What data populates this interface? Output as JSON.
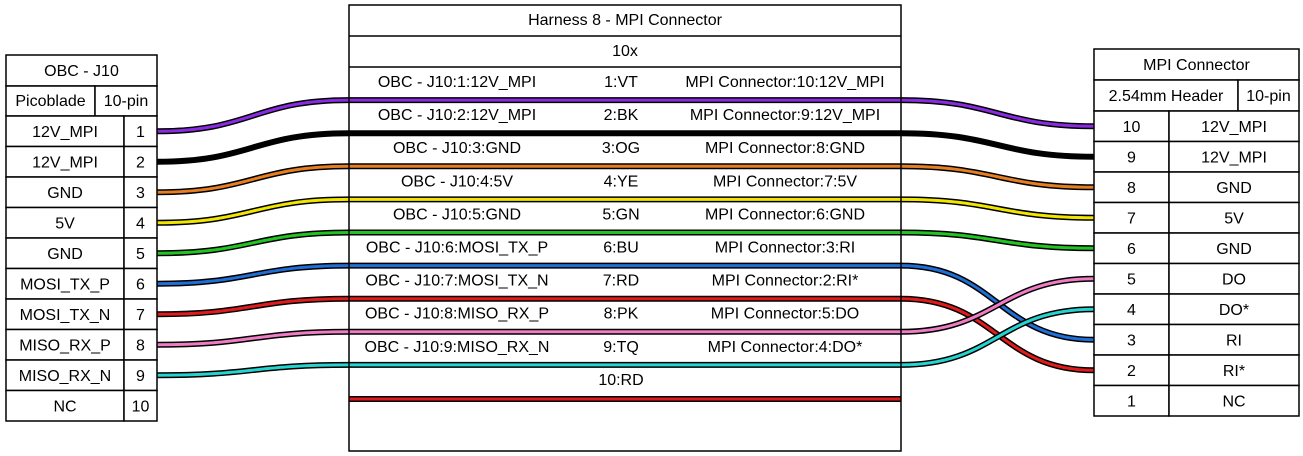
{
  "left_connector": {
    "title": "OBC - J10",
    "type": "Picoblade",
    "pincount": "10-pin",
    "pins": [
      {
        "label": "12V_MPI",
        "num": "1"
      },
      {
        "label": "12V_MPI",
        "num": "2"
      },
      {
        "label": "GND",
        "num": "3"
      },
      {
        "label": "5V",
        "num": "4"
      },
      {
        "label": "GND",
        "num": "5"
      },
      {
        "label": "MOSI_TX_P",
        "num": "6"
      },
      {
        "label": "MOSI_TX_N",
        "num": "7"
      },
      {
        "label": "MISO_RX_P",
        "num": "8"
      },
      {
        "label": "MISO_RX_N",
        "num": "9"
      },
      {
        "label": "NC",
        "num": "10"
      }
    ]
  },
  "harness": {
    "title": "Harness 8 - MPI Connector",
    "count": "10x",
    "wires": [
      {
        "from": "OBC - J10:1:12V_MPI",
        "code": "1:VT",
        "to": "MPI Connector:10:12V_MPI",
        "colors": [
          "#8a2be2"
        ]
      },
      {
        "from": "OBC - J10:2:12V_MPI",
        "code": "2:BK",
        "to": "MPI Connector:9:12V_MPI",
        "colors": [
          "#000000"
        ]
      },
      {
        "from": "OBC - J10:3:GND",
        "code": "3:OG",
        "to": "MPI Connector:8:GND",
        "colors": [
          "#e67e22"
        ]
      },
      {
        "from": "OBC - J10:4:5V",
        "code": "4:YE",
        "to": "MPI Connector:7:5V",
        "colors": [
          "#f2e600"
        ]
      },
      {
        "from": "OBC - J10:5:GND",
        "code": "5:GN",
        "to": "MPI Connector:6:GND",
        "colors": [
          "#22c322"
        ]
      },
      {
        "from": "OBC - J10:6:MOSI_TX_P",
        "code": "6:BU",
        "to": "MPI Connector:3:RI",
        "colors": [
          "#1f6fd6"
        ]
      },
      {
        "from": "OBC - J10:7:MOSI_TX_N",
        "code": "7:RD",
        "to": "MPI Connector:2:RI*",
        "colors": [
          "#e01b1b"
        ]
      },
      {
        "from": "OBC - J10:8:MISO_RX_P",
        "code": "8:PK",
        "to": "MPI Connector:5:DO",
        "colors": [
          "#f07cc6"
        ]
      },
      {
        "from": "OBC - J10:9:MISO_RX_N",
        "code": "9:TQ",
        "to": "MPI Connector:4:DO*",
        "colors": [
          "#26d3cf"
        ]
      },
      {
        "from": "",
        "code": "10:RD",
        "to": "",
        "colors": [
          "#e01b1b"
        ]
      }
    ]
  },
  "right_connector": {
    "title": "MPI Connector",
    "type": "2.54mm Header",
    "pincount": "10-pin",
    "pins": [
      {
        "num": "10",
        "label": "12V_MPI"
      },
      {
        "num": "9",
        "label": "12V_MPI"
      },
      {
        "num": "8",
        "label": "GND"
      },
      {
        "num": "7",
        "label": "5V"
      },
      {
        "num": "6",
        "label": "GND"
      },
      {
        "num": "5",
        "label": "DO"
      },
      {
        "num": "4",
        "label": "DO*"
      },
      {
        "num": "3",
        "label": "RI"
      },
      {
        "num": "2",
        "label": "RI*"
      },
      {
        "num": "1",
        "label": "NC"
      }
    ]
  },
  "connections": [
    {
      "left_pin": "1",
      "right_pin": "10"
    },
    {
      "left_pin": "2",
      "right_pin": "9"
    },
    {
      "left_pin": "3",
      "right_pin": "8"
    },
    {
      "left_pin": "4",
      "right_pin": "7"
    },
    {
      "left_pin": "5",
      "right_pin": "6"
    },
    {
      "left_pin": "6",
      "right_pin": "3"
    },
    {
      "left_pin": "7",
      "right_pin": "2"
    },
    {
      "left_pin": "8",
      "right_pin": "5"
    },
    {
      "left_pin": "9",
      "right_pin": "4"
    }
  ]
}
